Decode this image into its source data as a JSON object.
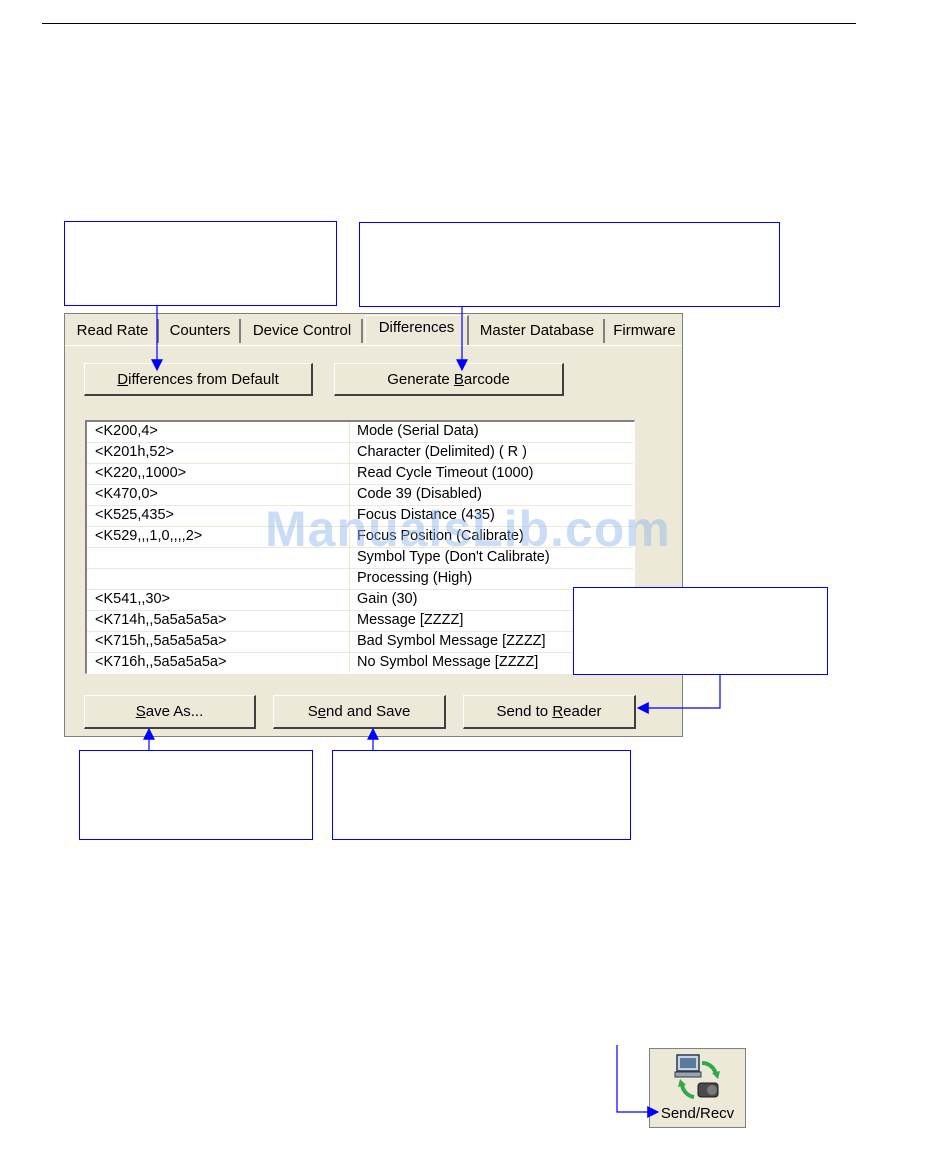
{
  "tabs": [
    "Read Rate",
    "Counters",
    "Device Control",
    "Differences",
    "Master Database",
    "Firmware"
  ],
  "active_tab": "Differences",
  "buttons": {
    "differences_from_default": {
      "pre": "",
      "u": "D",
      "post": "ifferences from Default"
    },
    "generate_barcode": {
      "pre": "Generate ",
      "u": "B",
      "post": "arcode"
    },
    "save_as": {
      "pre": "",
      "u": "S",
      "post": "ave As..."
    },
    "send_and_save": {
      "pre": "S",
      "u": "e",
      "post": "nd and Save"
    },
    "send_to_reader": {
      "pre": "Send to ",
      "u": "R",
      "post": "eader"
    }
  },
  "differences_list": [
    {
      "command": "<K200,4>",
      "description": "Mode (Serial Data)"
    },
    {
      "command": "<K201h,52>",
      "description": "Character (Delimited) ( R )"
    },
    {
      "command": "<K220,,1000>",
      "description": "Read Cycle Timeout (1000)"
    },
    {
      "command": "<K470,0>",
      "description": "Code 39 (Disabled)"
    },
    {
      "command": "<K525,435>",
      "description": "Focus Distance (435)"
    },
    {
      "command": "<K529,,,1,0,,,,2>",
      "description": "Focus Position (Calibrate)"
    },
    {
      "command": "",
      "description": "Symbol Type (Don't Calibrate)"
    },
    {
      "command": "",
      "description": "Processing (High)"
    },
    {
      "command": "<K541,,30>",
      "description": "Gain (30)"
    },
    {
      "command": "<K714h,,5a5a5a5a>",
      "description": "Message [ZZZZ]"
    },
    {
      "command": "<K715h,,5a5a5a5a>",
      "description": "Bad Symbol Message [ZZZZ]"
    },
    {
      "command": "<K716h,,5a5a5a5a>",
      "description": "No Symbol Message [ZZZZ]"
    }
  ],
  "watermark": "ManualsLib.com",
  "send_recv": {
    "label": "Send/Recv",
    "icon": "send-recv-icon"
  },
  "colors": {
    "callout_border": "#0000ff",
    "dialog_bg": "#ece9d8",
    "arrow": "#0000ff"
  }
}
